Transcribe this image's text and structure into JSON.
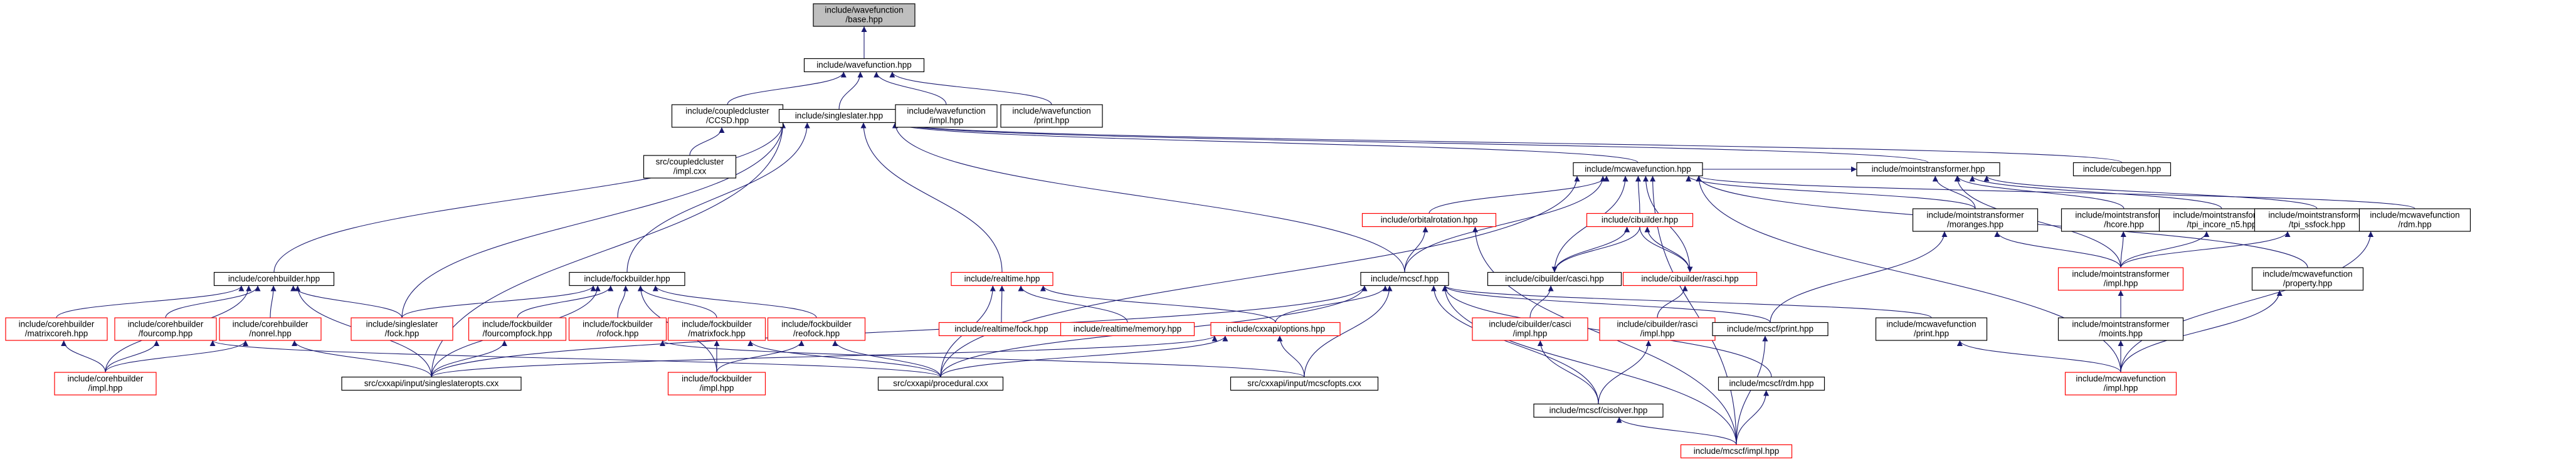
{
  "colors": {
    "edge": "#191970",
    "node_border": "#000000",
    "node_border_missing": "#ff0000",
    "node_fill": "#ffffff",
    "root_fill": "#bfbfbf"
  },
  "nodes": {
    "base": {
      "lines": [
        "include/wavefunction",
        "/base.hpp"
      ],
      "style": "root"
    },
    "wavefunction": {
      "lines": [
        "include/wavefunction.hpp"
      ],
      "style": "normal"
    },
    "cc_ccsd": {
      "lines": [
        "include/coupledcluster",
        "/CCSD.hpp"
      ],
      "style": "normal"
    },
    "singleslater": {
      "lines": [
        "include/singleslater.hpp"
      ],
      "style": "normal"
    },
    "wf_impl": {
      "lines": [
        "include/wavefunction",
        "/impl.hpp"
      ],
      "style": "normal"
    },
    "wf_print": {
      "lines": [
        "include/wavefunction",
        "/print.hpp"
      ],
      "style": "normal"
    },
    "cc_impl": {
      "lines": [
        "src/coupledcluster",
        "/impl.cxx"
      ],
      "style": "normal"
    },
    "mcwavefunction": {
      "lines": [
        "include/mcwavefunction.hpp"
      ],
      "style": "normal"
    },
    "mointstransformer": {
      "lines": [
        "include/mointstransformer.hpp"
      ],
      "style": "normal"
    },
    "cubegen": {
      "lines": [
        "include/cubegen.hpp"
      ],
      "style": "normal"
    },
    "orbitalrotation": {
      "lines": [
        "include/orbitalrotation.hpp"
      ],
      "style": "missing"
    },
    "cibuilder": {
      "lines": [
        "include/cibuilder.hpp"
      ],
      "style": "missing"
    },
    "mt_moranges": {
      "lines": [
        "include/mointstransformer",
        "/moranges.hpp"
      ],
      "style": "normal"
    },
    "mt_hcore": {
      "lines": [
        "include/mointstransformer",
        "/hcore.hpp"
      ],
      "style": "normal"
    },
    "mt_incore": {
      "lines": [
        "include/mointstransformer",
        "/tpi_incore_n5.hpp"
      ],
      "style": "normal"
    },
    "mt_ssfock": {
      "lines": [
        "include/mointstransformer",
        "/tpi_ssfock.hpp"
      ],
      "style": "normal"
    },
    "mcwf_rdm": {
      "lines": [
        "include/mcwavefunction",
        "/rdm.hpp"
      ],
      "style": "normal"
    },
    "corehbuilder": {
      "lines": [
        "include/corehbuilder.hpp"
      ],
      "style": "normal"
    },
    "fockbuilder": {
      "lines": [
        "include/fockbuilder.hpp"
      ],
      "style": "normal"
    },
    "realtime": {
      "lines": [
        "include/realtime.hpp"
      ],
      "style": "missing"
    },
    "mcscf": {
      "lines": [
        "include/mcscf.hpp"
      ],
      "style": "normal"
    },
    "ci_casci": {
      "lines": [
        "include/cibuilder/casci.hpp"
      ],
      "style": "normal"
    },
    "ci_rasci": {
      "lines": [
        "include/cibuilder/rasci.hpp"
      ],
      "style": "missing"
    },
    "mt_impl": {
      "lines": [
        "include/mointstransformer",
        "/impl.hpp"
      ],
      "style": "missing"
    },
    "mcwf_property": {
      "lines": [
        "include/mcwavefunction",
        "/property.hpp"
      ],
      "style": "normal"
    },
    "chb_matrixcoreh": {
      "lines": [
        "include/corehbuilder",
        "/matrixcoreh.hpp"
      ],
      "style": "missing"
    },
    "chb_fourcomp": {
      "lines": [
        "include/corehbuilder",
        "/fourcomp.hpp"
      ],
      "style": "missing"
    },
    "chb_nonrel": {
      "lines": [
        "include/corehbuilder",
        "/nonrel.hpp"
      ],
      "style": "missing"
    },
    "ss_fock": {
      "lines": [
        "include/singleslater",
        "/fock.hpp"
      ],
      "style": "missing"
    },
    "fb_fourcompfock": {
      "lines": [
        "include/fockbuilder",
        "/fourcompfock.hpp"
      ],
      "style": "missing"
    },
    "fb_rofock": {
      "lines": [
        "include/fockbuilder",
        "/rofock.hpp"
      ],
      "style": "missing"
    },
    "fb_matrixfock": {
      "lines": [
        "include/fockbuilder",
        "/matrixfock.hpp"
      ],
      "style": "missing"
    },
    "fb_reofock": {
      "lines": [
        "include/fockbuilder",
        "/reofock.hpp"
      ],
      "style": "missing"
    },
    "rt_fock": {
      "lines": [
        "include/realtime/fock.hpp"
      ],
      "style": "missing"
    },
    "rt_memory": {
      "lines": [
        "include/realtime/memory.hpp"
      ],
      "style": "missing"
    },
    "cxxapi_options": {
      "lines": [
        "include/cxxapi/options.hpp"
      ],
      "style": "missing"
    },
    "ci_casci_impl": {
      "lines": [
        "include/cibuilder/casci",
        "/impl.hpp"
      ],
      "style": "missing"
    },
    "ci_rasci_impl": {
      "lines": [
        "include/cibuilder/rasci",
        "/impl.hpp"
      ],
      "style": "missing"
    },
    "mcscf_print": {
      "lines": [
        "include/mcscf/print.hpp"
      ],
      "style": "normal"
    },
    "mcwf_print": {
      "lines": [
        "include/mcwavefunction",
        "/print.hpp"
      ],
      "style": "normal"
    },
    "mt_moints": {
      "lines": [
        "include/mointstransformer",
        "/moints.hpp"
      ],
      "style": "normal"
    },
    "chb_impl": {
      "lines": [
        "include/corehbuilder",
        "/impl.hpp"
      ],
      "style": "missing"
    },
    "ssopts": {
      "lines": [
        "src/cxxapi/input/singleslateropts.cxx"
      ],
      "style": "normal"
    },
    "fb_impl": {
      "lines": [
        "include/fockbuilder",
        "/impl.hpp"
      ],
      "style": "missing"
    },
    "procedural": {
      "lines": [
        "src/cxxapi/procedural.cxx"
      ],
      "style": "normal"
    },
    "mcscfopts": {
      "lines": [
        "src/cxxapi/input/mcscfopts.cxx"
      ],
      "style": "normal"
    },
    "mcscf_rdm": {
      "lines": [
        "include/mcscf/rdm.hpp"
      ],
      "style": "normal"
    },
    "mcwf_impl": {
      "lines": [
        "include/mcwavefunction",
        "/impl.hpp"
      ],
      "style": "missing"
    },
    "cisolver": {
      "lines": [
        "include/mcscf/cisolver.hpp"
      ],
      "style": "normal"
    },
    "mcscf_impl": {
      "lines": [
        "include/mcscf/impl.hpp"
      ],
      "style": "missing"
    }
  },
  "edges": [
    [
      "base",
      "wavefunction"
    ],
    [
      "wavefunction",
      "cc_ccsd"
    ],
    [
      "wavefunction",
      "singleslater"
    ],
    [
      "wavefunction",
      "wf_impl"
    ],
    [
      "wavefunction",
      "wf_print"
    ],
    [
      "cc_ccsd",
      "cc_impl"
    ],
    [
      "singleslater",
      "mcwavefunction"
    ],
    [
      "singleslater",
      "mointstransformer"
    ],
    [
      "singleslater",
      "cubegen"
    ],
    [
      "singleslater",
      "corehbuilder"
    ],
    [
      "singleslater",
      "fockbuilder"
    ],
    [
      "singleslater",
      "realtime"
    ],
    [
      "singleslater",
      "mcscf"
    ],
    [
      "singleslater",
      "ss_fock"
    ],
    [
      "singleslater",
      "ssopts"
    ],
    [
      "mcwavefunction",
      "orbitalrotation"
    ],
    [
      "mcwavefunction",
      "cibuilder"
    ],
    [
      "mcwavefunction",
      "mcscf"
    ],
    [
      "mcwavefunction",
      "ci_casci"
    ],
    [
      "mcwavefunction",
      "ci_rasci"
    ],
    [
      "mcwavefunction",
      "mcwf_rdm"
    ],
    [
      "mcwavefunction",
      "mcwf_property"
    ],
    [
      "mcwavefunction",
      "mcwf_impl"
    ],
    [
      "mcwavefunction",
      "mt_moranges"
    ],
    [
      "mcwavefunction",
      "procedural"
    ],
    [
      "mcwavefunction",
      "mcscf_impl"
    ],
    [
      "mointstransformer",
      "mt_moranges"
    ],
    [
      "mointstransformer",
      "mt_hcore"
    ],
    [
      "mointstransformer",
      "mt_incore"
    ],
    [
      "mointstransformer",
      "mt_ssfock"
    ],
    [
      "mointstransformer",
      "mt_impl"
    ],
    [
      "mointstransformer",
      "mcwavefunction"
    ],
    [
      "orbitalrotation",
      "mcscf"
    ],
    [
      "orbitalrotation",
      "mcscf_impl"
    ],
    [
      "cibuilder",
      "ci_casci"
    ],
    [
      "cibuilder",
      "ci_rasci"
    ],
    [
      "ci_casci",
      "cibuilder"
    ],
    [
      "ci_rasci",
      "cibuilder"
    ],
    [
      "ci_casci",
      "ci_casci_impl"
    ],
    [
      "ci_rasci",
      "ci_rasci_impl"
    ],
    [
      "mt_moranges",
      "mt_impl"
    ],
    [
      "mt_moranges",
      "mcscf_print"
    ],
    [
      "mt_hcore",
      "mt_impl"
    ],
    [
      "mt_incore",
      "mt_impl"
    ],
    [
      "mt_ssfock",
      "mt_impl"
    ],
    [
      "mt_impl",
      "mt_moints"
    ],
    [
      "mt_moints",
      "mcwf_impl"
    ],
    [
      "mcwf_property",
      "mcwf_impl"
    ],
    [
      "mcwf_rdm",
      "mcwf_impl"
    ],
    [
      "mcwf_print",
      "mcwf_impl"
    ],
    [
      "corehbuilder",
      "chb_matrixcoreh"
    ],
    [
      "corehbuilder",
      "chb_fourcomp"
    ],
    [
      "corehbuilder",
      "chb_nonrel"
    ],
    [
      "corehbuilder",
      "ss_fock"
    ],
    [
      "corehbuilder",
      "chb_impl"
    ],
    [
      "corehbuilder",
      "ssopts"
    ],
    [
      "chb_matrixcoreh",
      "chb_impl"
    ],
    [
      "chb_fourcomp",
      "chb_impl"
    ],
    [
      "chb_nonrel",
      "chb_impl"
    ],
    [
      "chb_nonrel",
      "ssopts"
    ],
    [
      "chb_fourcomp",
      "procedural"
    ],
    [
      "fockbuilder",
      "fb_fourcompfock"
    ],
    [
      "fockbuilder",
      "fb_rofock"
    ],
    [
      "fockbuilder",
      "fb_matrixfock"
    ],
    [
      "fockbuilder",
      "fb_reofock"
    ],
    [
      "fockbuilder",
      "fb_impl"
    ],
    [
      "fockbuilder",
      "ss_fock"
    ],
    [
      "fockbuilder",
      "ssopts"
    ],
    [
      "fb_fourcompfock",
      "ssopts"
    ],
    [
      "fb_rofock",
      "mcscfopts"
    ],
    [
      "fb_matrixfock",
      "fb_impl"
    ],
    [
      "fb_matrixfock",
      "procedural"
    ],
    [
      "fb_reofock",
      "fb_impl"
    ],
    [
      "fb_reofock",
      "procedural"
    ],
    [
      "realtime",
      "rt_fock"
    ],
    [
      "realtime",
      "rt_memory"
    ],
    [
      "realtime",
      "cxxapi_options"
    ],
    [
      "realtime",
      "procedural"
    ],
    [
      "cxxapi_options",
      "ssopts"
    ],
    [
      "cxxapi_options",
      "procedural"
    ],
    [
      "cxxapi_options",
      "mcscfopts"
    ],
    [
      "mcscf",
      "cxxapi_options"
    ],
    [
      "mcscf",
      "mcscf_print"
    ],
    [
      "mcscf",
      "mcwf_print"
    ],
    [
      "mcscf",
      "mcscf_rdm"
    ],
    [
      "mcscf",
      "cisolver"
    ],
    [
      "mcscf",
      "mcscf_impl"
    ],
    [
      "mcscf",
      "procedural"
    ],
    [
      "mcscf",
      "mcscfopts"
    ],
    [
      "mcscf",
      "ssopts"
    ],
    [
      "ci_casci_impl",
      "cisolver"
    ],
    [
      "ci_rasci_impl",
      "cisolver"
    ],
    [
      "cisolver",
      "mcscf_impl"
    ],
    [
      "mcscf_print",
      "mcscf_impl"
    ],
    [
      "mcscf_rdm",
      "mcscf_impl"
    ]
  ]
}
